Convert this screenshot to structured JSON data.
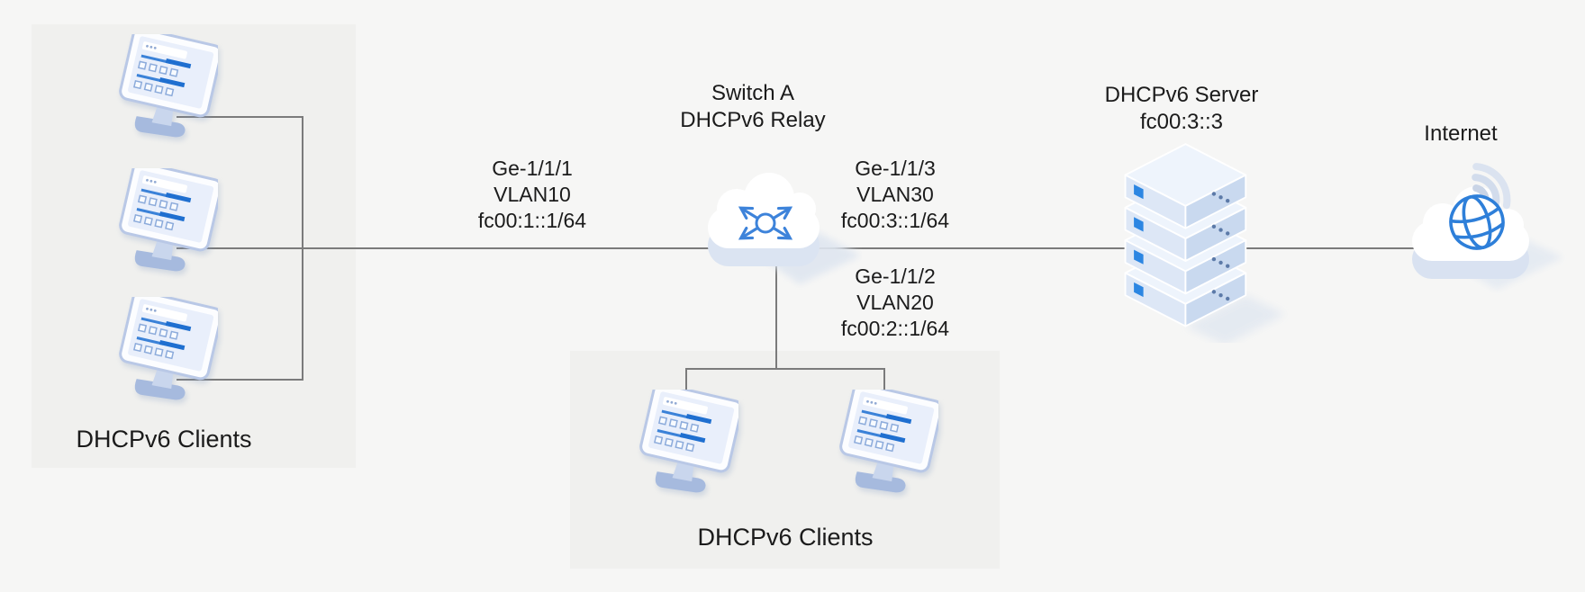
{
  "canvas": {
    "background": "#f6f6f5",
    "panel_color": "#f0f0ee",
    "line_color": "#7b7b7b",
    "text_color": "#1b1b1b",
    "accent_blue": "#2e7fd9"
  },
  "groups": {
    "left_clients": {
      "label": "DHCPv6 Clients"
    },
    "bottom_clients": {
      "label": "DHCPv6 Clients"
    }
  },
  "nodes": {
    "switch": {
      "title": "Switch A",
      "subtitle": "DHCPv6 Relay",
      "icon": "cloud-routing-arrows-icon"
    },
    "server": {
      "title": "DHCPv6 Server",
      "subtitle": "fc00:3::3",
      "icon": "server-stack-icon"
    },
    "internet": {
      "title": "Internet",
      "icon": "cloud-globe-wifi-icon"
    },
    "client": {
      "icon": "desktop-monitor-icon"
    }
  },
  "links": {
    "vlan10": {
      "interface": "Ge-1/1/1",
      "vlan": "VLAN10",
      "address": "fc00:1::1/64"
    },
    "vlan30": {
      "interface": "Ge-1/1/3",
      "vlan": "VLAN30",
      "address": "fc00:3::1/64"
    },
    "vlan20": {
      "interface": "Ge-1/1/2",
      "vlan": "VLAN20",
      "address": "fc00:2::1/64"
    }
  }
}
